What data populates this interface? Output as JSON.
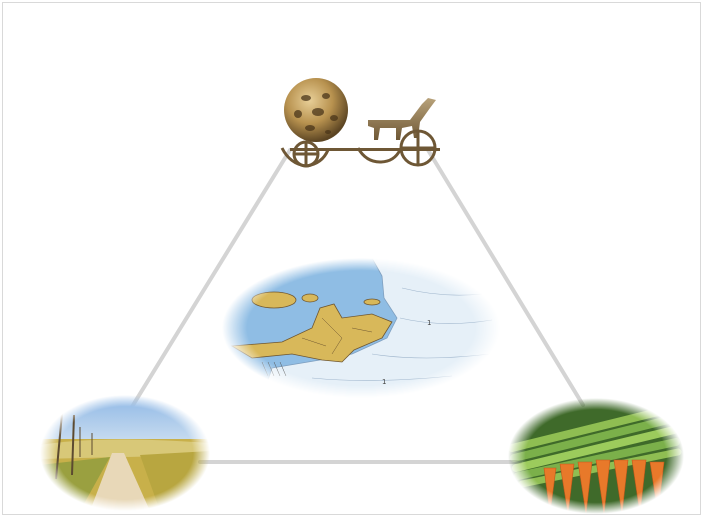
{
  "diagram": {
    "layout": "triangle",
    "edge_color": "#d4d4d4",
    "nodes": [
      {
        "id": "top",
        "image": "bronze-age-sun-chariot"
      },
      {
        "id": "center",
        "image": "ice-age-coastline-map",
        "labels": [
          "1",
          "1"
        ]
      },
      {
        "id": "bottom-left",
        "image": "country-road-landscape"
      },
      {
        "id": "bottom-right",
        "image": "asparagus-and-carrots"
      }
    ],
    "colors": {
      "sea": "#8fbde4",
      "ice": "#e6f0f8",
      "land": "#d8b85a",
      "bronze": "#8a6b3c",
      "sky": "#9cc3e8",
      "field": "#c8b04a",
      "asparagus": "#7bb04a",
      "carrot": "#e8792a"
    }
  }
}
